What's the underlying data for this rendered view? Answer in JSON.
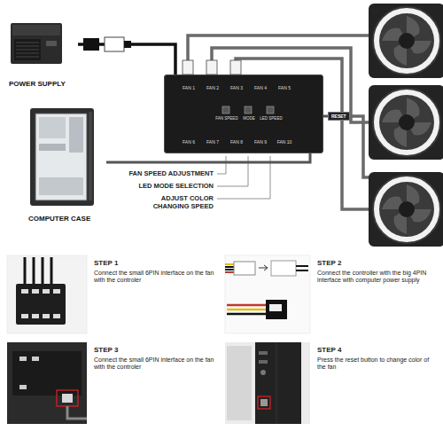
{
  "diagram": {
    "nodes": [
      {
        "text": [
          "POWER SUPPLY"
        ]
      },
      {
        "text": [
          "FAN 1",
          "FAN 2",
          "FAN 3",
          "FAN 4",
          "FAN 5",
          "FAN SPEED",
          "MODE",
          "LED SPEED",
          "FAN 6",
          "FAN 7",
          "FAN 8",
          "FAN 9",
          "FAN 10"
        ]
      },
      {
        "text": [
          "RESET"
        ]
      },
      {
        "text": [
          "COMPUTER CASE"
        ]
      }
    ],
    "edges": [
      {
        "from": 0,
        "to": 1,
        "arrow": "none"
      },
      {
        "from": 1,
        "to": 2,
        "arrow": "none"
      },
      {
        "from": 3,
        "to": 1,
        "arrow": "none"
      }
    ],
    "labels": [
      "FAN SPEED ADJUSTMENT",
      "LED MODE SELECTION",
      "ADJUST COLOR CHANGING SPEED",
      "STEP 1",
      "Connect the small 6PIN interface on the fan with the controler",
      "STEP 2",
      "Connect the controller with the big 4PIN interface with computer power supply",
      "STEP 3",
      "Connect the small 6PIN interface on the fan with the controler",
      "STEP 4",
      "Press the reset button to change color of the fan"
    ]
  }
}
